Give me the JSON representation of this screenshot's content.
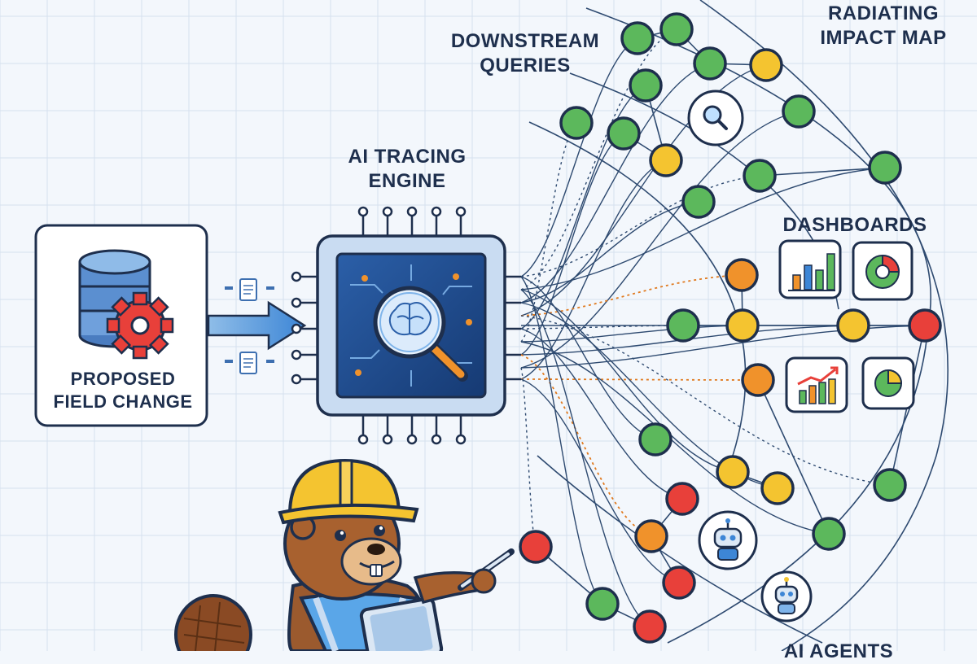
{
  "labels": {
    "downstream_queries": [
      "DOWNSTREAM",
      "QUERIES"
    ],
    "impact_map": [
      "RADIATING",
      "IMPACT MAP"
    ],
    "tracing_engine": [
      "AI TRACING",
      "ENGINE"
    ],
    "dashboards": "DASHBOARDS",
    "proposed_change": [
      "PROPOSED",
      "FIELD CHANGE"
    ],
    "ai_agents": "AI AGENTS"
  },
  "node_colors": {
    "green": "#5cb85c",
    "yellow": "#f4c430",
    "orange": "#f0922b",
    "red": "#e8403a"
  },
  "icons": {
    "source": [
      "database-icon",
      "gear-icon",
      "document-icon",
      "arrow-right-icon"
    ],
    "engine": [
      "chip-icon",
      "brain-icon",
      "magnifier-icon"
    ],
    "targets": [
      "search-icon",
      "bar-chart-icon",
      "pie-chart-icon",
      "trend-chart-icon",
      "robot-icon"
    ],
    "mascot": [
      "beaver-mascot",
      "hard-hat-icon",
      "tablet-icon",
      "stylus-icon"
    ]
  }
}
